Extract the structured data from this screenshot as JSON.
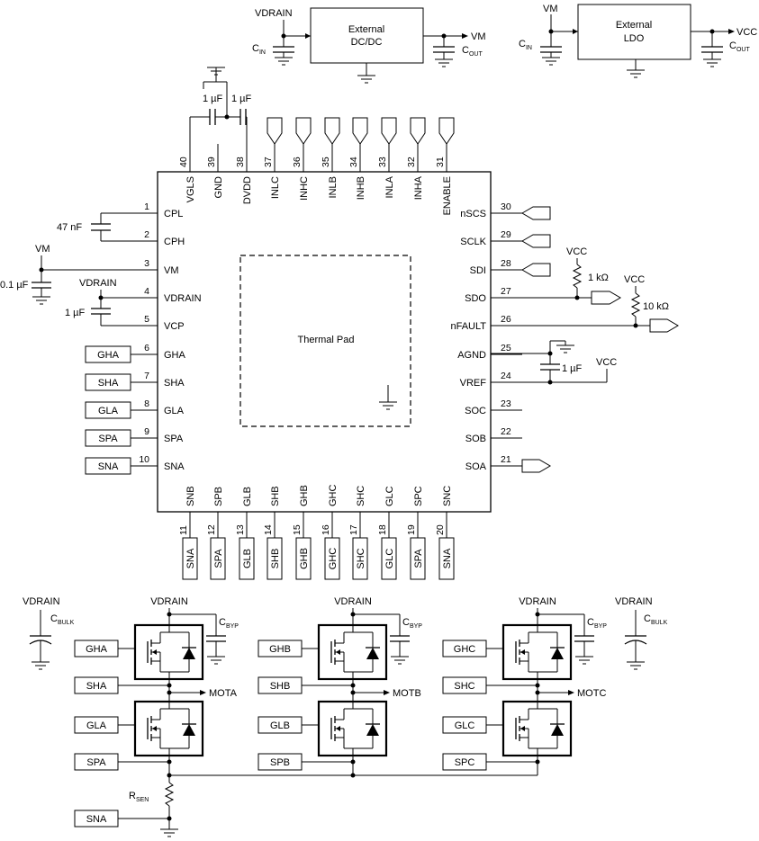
{
  "top": {
    "dcdc": {
      "input_label": "VDRAIN",
      "cin": "C",
      "cin_sub": "IN",
      "line1": "External",
      "line2": "DC/DC",
      "output_label": "VM",
      "cout": "C",
      "cout_sub": "OUT"
    },
    "ldo": {
      "input_label": "VM",
      "cin": "C",
      "cin_sub": "IN",
      "line1": "External",
      "line2": "LDO",
      "output_label": "VCC",
      "cout": "C",
      "cout_sub": "OUT"
    }
  },
  "chip": {
    "thermal_pad": "Thermal Pad",
    "left_pins": [
      {
        "num": "1",
        "name": "CPL"
      },
      {
        "num": "2",
        "name": "CPH"
      },
      {
        "num": "3",
        "name": "VM"
      },
      {
        "num": "4",
        "name": "VDRAIN"
      },
      {
        "num": "5",
        "name": "VCP"
      },
      {
        "num": "6",
        "name": "GHA"
      },
      {
        "num": "7",
        "name": "SHA"
      },
      {
        "num": "8",
        "name": "GLA"
      },
      {
        "num": "9",
        "name": "SPA"
      },
      {
        "num": "10",
        "name": "SNA"
      }
    ],
    "right_pins": [
      {
        "num": "30",
        "name": "nSCS"
      },
      {
        "num": "29",
        "name": "SCLK"
      },
      {
        "num": "28",
        "name": "SDI"
      },
      {
        "num": "27",
        "name": "SDO"
      },
      {
        "num": "26",
        "name": "nFAULT"
      },
      {
        "num": "25",
        "name": "AGND"
      },
      {
        "num": "24",
        "name": "VREF"
      },
      {
        "num": "23",
        "name": "SOC"
      },
      {
        "num": "22",
        "name": "SOB"
      },
      {
        "num": "21",
        "name": "SOA"
      }
    ],
    "top_pins": [
      {
        "num": "40",
        "name": "VGLS"
      },
      {
        "num": "39",
        "name": "GND"
      },
      {
        "num": "38",
        "name": "DVDD"
      },
      {
        "num": "37",
        "name": "INLC"
      },
      {
        "num": "36",
        "name": "INHC"
      },
      {
        "num": "35",
        "name": "INLB"
      },
      {
        "num": "34",
        "name": "INHB"
      },
      {
        "num": "33",
        "name": "INLA"
      },
      {
        "num": "32",
        "name": "INHA"
      },
      {
        "num": "31",
        "name": "ENABLE"
      }
    ],
    "bottom_pins": [
      {
        "num": "11",
        "name": "SNB",
        "conn": "SNA"
      },
      {
        "num": "12",
        "name": "SPB",
        "conn": "SPA"
      },
      {
        "num": "13",
        "name": "GLB",
        "conn": "GLB"
      },
      {
        "num": "14",
        "name": "SHB",
        "conn": "SHB"
      },
      {
        "num": "15",
        "name": "GHB",
        "conn": "GHB"
      },
      {
        "num": "16",
        "name": "GHC",
        "conn": "GHC"
      },
      {
        "num": "17",
        "name": "SHC",
        "conn": "SHC"
      },
      {
        "num": "18",
        "name": "GLC",
        "conn": "GLC"
      },
      {
        "num": "19",
        "name": "SPC",
        "conn": "SPA"
      },
      {
        "num": "20",
        "name": "SNC",
        "conn": "SNA"
      }
    ]
  },
  "left_boxes": [
    "GHA",
    "SHA",
    "GLA",
    "SPA",
    "SNA"
  ],
  "passives": {
    "cap_47n": "47 nF",
    "vm_label": "VM",
    "cap_01u": "0.1 µF",
    "vdrain_label": "VDRAIN",
    "cap_1u_vcp": "1 µF",
    "cap_1u_a": "1 µF",
    "cap_1u_b": "1 µF",
    "vcc_sdo": "VCC",
    "res_1k": "1 kΩ",
    "vcc_fault": "VCC",
    "res_10k": "10 kΩ",
    "cap_1u_vref": "1 µF",
    "vcc_vref": "VCC"
  },
  "bridge": {
    "phases": [
      {
        "vdrain": "VDRAIN",
        "cbyp": "C",
        "cbyp_sub": "BYP",
        "gh": "GHA",
        "sh": "SHA",
        "gl": "GLA",
        "sp": "SPA",
        "mot": "MOTA"
      },
      {
        "vdrain": "VDRAIN",
        "cbyp": "C",
        "cbyp_sub": "BYP",
        "gh": "GHB",
        "sh": "SHB",
        "gl": "GLB",
        "sp": "SPB",
        "mot": "MOTB"
      },
      {
        "vdrain": "VDRAIN",
        "cbyp": "C",
        "cbyp_sub": "BYP",
        "gh": "GHC",
        "sh": "SHC",
        "gl": "GLC",
        "sp": "SPC",
        "mot": "MOTC"
      }
    ],
    "bulk_left": {
      "vdrain": "VDRAIN",
      "c": "C",
      "sub": "BULK"
    },
    "bulk_right": {
      "vdrain": "VDRAIN",
      "c": "C",
      "sub": "BULK"
    },
    "rsen": "R",
    "rsen_sub": "SEN",
    "sna": "SNA"
  }
}
